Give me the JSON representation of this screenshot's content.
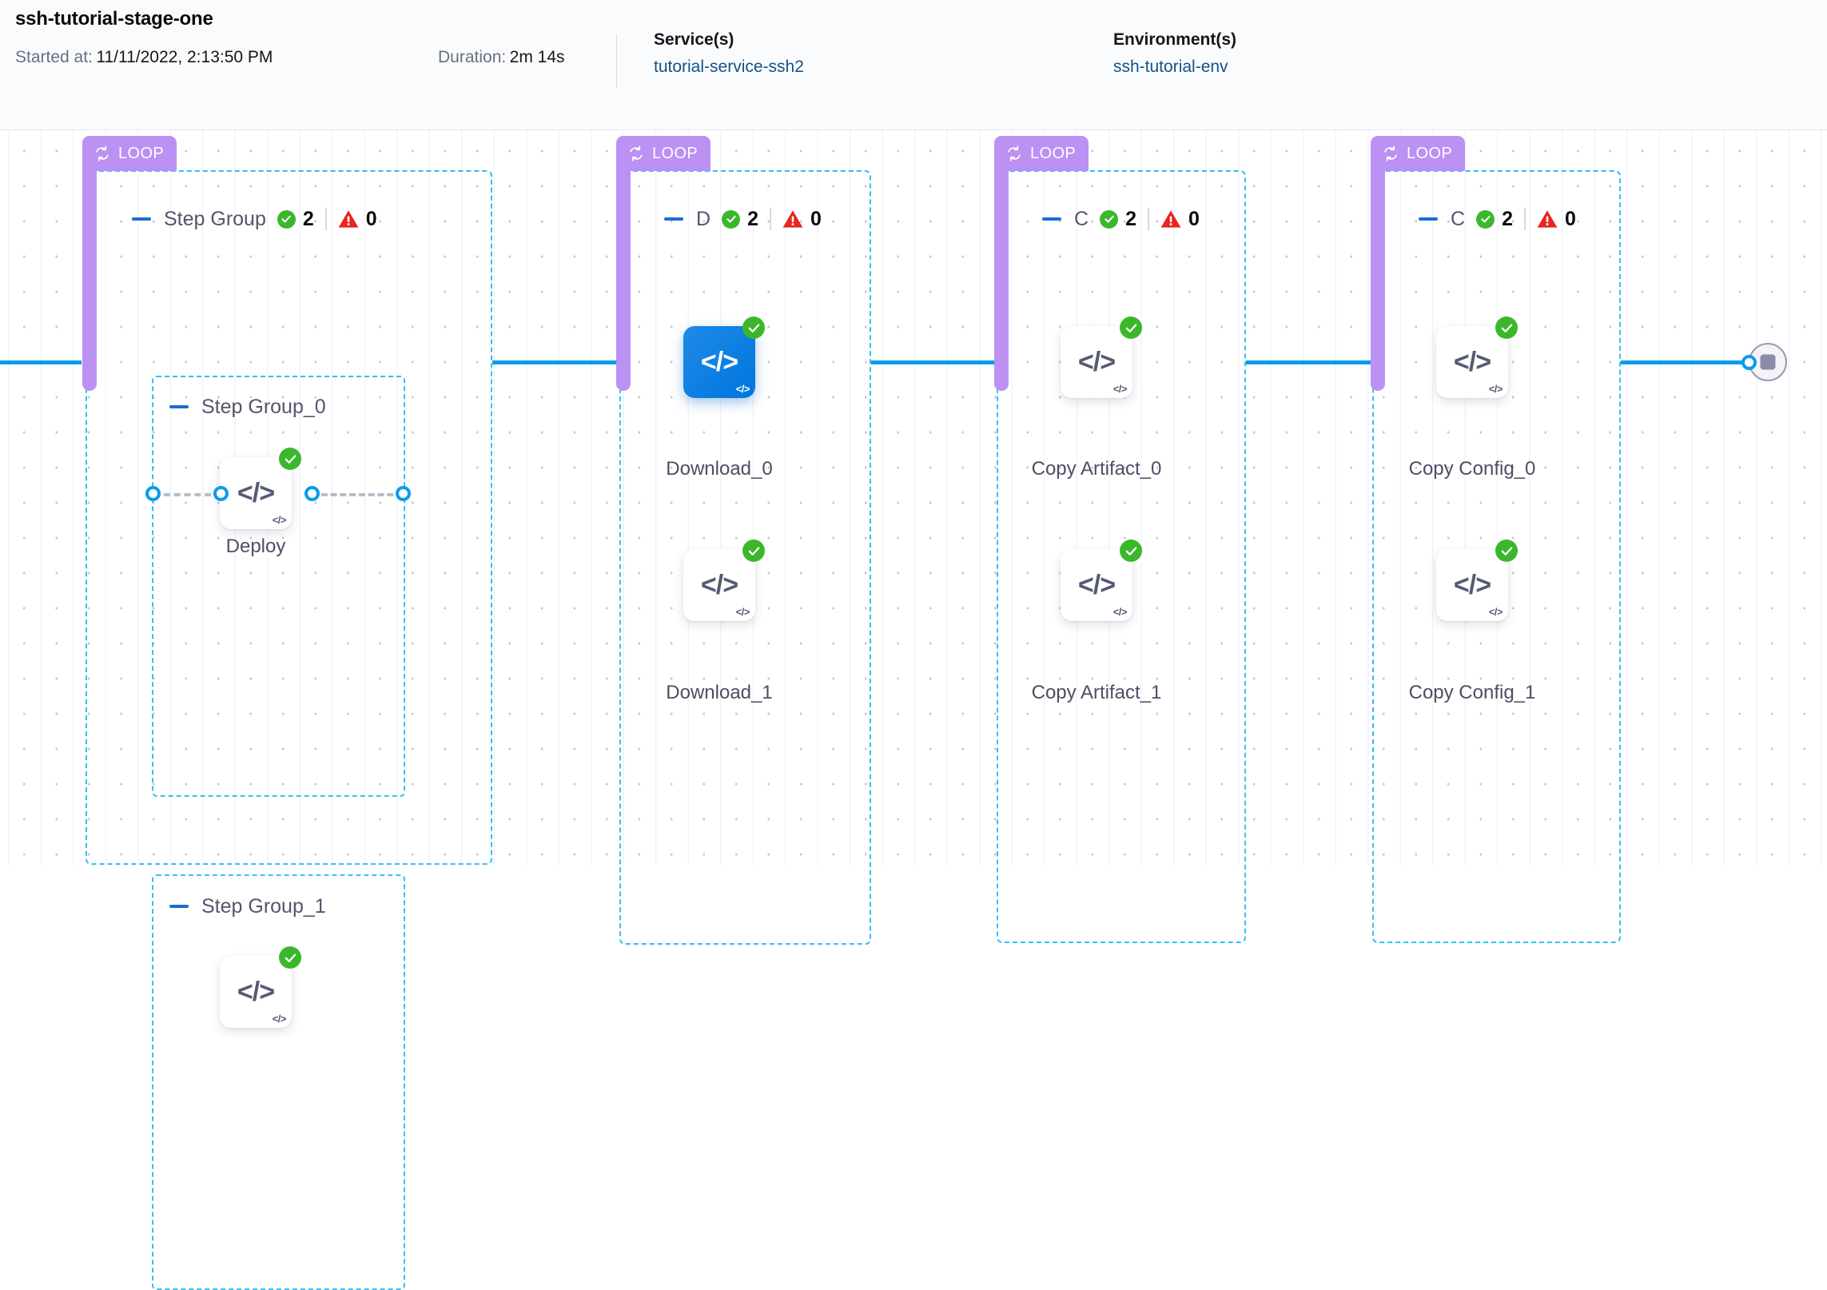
{
  "header": {
    "pipeline_title": "ssh-tutorial-stage-one",
    "started_label": "Started at:",
    "started_value": "11/11/2022, 2:13:50 PM",
    "duration_label": "Duration:",
    "duration_value": "2m 14s",
    "service_heading": "Service(s)",
    "service_name": "tutorial-service-ssh2",
    "environment_heading": "Environment(s)",
    "environment_name": "ssh-tutorial-env"
  },
  "colors": {
    "loop_badge": "#bb91f3",
    "group_dashed_border": "#33c0f5",
    "connector": "#0a9ceb",
    "success": "#3cb72c",
    "error": "#e01e1e",
    "selected_node": "#0d83e4",
    "link": "#14528c"
  },
  "loop_badge_label": "LOOP",
  "groups": [
    {
      "name": "Step Group",
      "truncated": false,
      "success_count": "2",
      "error_count": "0",
      "subgroups": [
        {
          "name": "Step Group_0",
          "node_label": "Deploy"
        },
        {
          "name": "Step Group_1",
          "node_label": ""
        }
      ]
    },
    {
      "name": "D",
      "truncated": true,
      "success_count": "2",
      "error_count": "0",
      "nodes": [
        {
          "label": "Download_0",
          "selected": true,
          "status": "success"
        },
        {
          "label": "Download_1",
          "selected": false,
          "status": "success"
        }
      ]
    },
    {
      "name": "C",
      "truncated": true,
      "success_count": "2",
      "error_count": "0",
      "nodes": [
        {
          "label": "Copy Artifact_0",
          "selected": false,
          "status": "success"
        },
        {
          "label": "Copy Artifact_1",
          "selected": false,
          "status": "success"
        }
      ]
    },
    {
      "name": "C",
      "truncated": true,
      "success_count": "2",
      "error_count": "0",
      "nodes": [
        {
          "label": "Copy Config_0",
          "selected": false,
          "status": "success"
        },
        {
          "label": "Copy Config_1",
          "selected": false,
          "status": "success"
        }
      ]
    }
  ],
  "node_icon": "code-brackets-icon",
  "node_glyph": "</>",
  "node_corner_glyph": "</>",
  "end_node_icon": "stop-square-icon"
}
